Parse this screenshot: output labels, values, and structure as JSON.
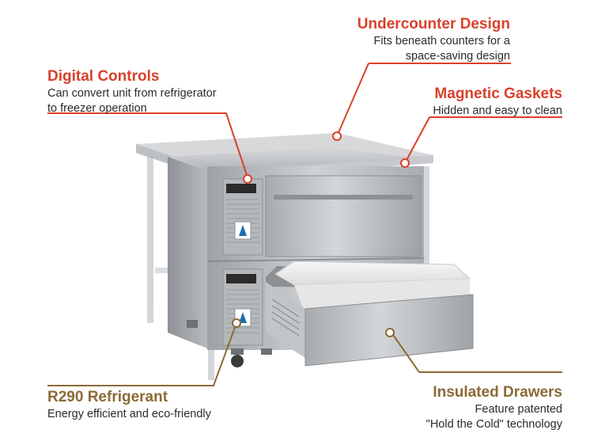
{
  "colors": {
    "accent_red": "#d9412b",
    "accent_gold": "#8b6a35"
  },
  "callouts": {
    "undercounter": {
      "title": "Undercounter Design",
      "line1": "Fits beneath counters for a",
      "line2": "space-saving design"
    },
    "digital_controls": {
      "title": "Digital Controls",
      "line1": "Can convert unit from refrigerator",
      "line2": "to freezer operation"
    },
    "magnetic_gaskets": {
      "title": "Magnetic Gaskets",
      "line1": "Hidden and easy to clean"
    },
    "r290": {
      "title": "R290 Refrigerant",
      "line1": "Energy efficient and eco-friendly"
    },
    "insulated_drawers": {
      "title": "Insulated Drawers",
      "line1": "Feature patented",
      "line2": "\"Hold the Cold\" technology"
    }
  }
}
